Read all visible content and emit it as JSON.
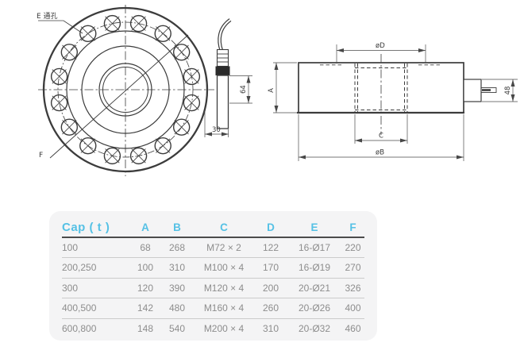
{
  "front_view": {
    "hole_label": "E 通孔",
    "bolt_circle_label": "F",
    "dim_housing_height": "64",
    "dim_housing_width": "30"
  },
  "side_view": {
    "dim_height": "A",
    "dim_top_diameter": "øD",
    "dim_hub_width": "C",
    "dim_outer_diameter": "øB",
    "dim_connector_height": "48"
  },
  "table": {
    "header_color": "#55c1e5",
    "body_text_color": "#8d8d8d",
    "background_color": "#f4f4f5",
    "headers": [
      "Cap ( t )",
      "A",
      "B",
      "C",
      "D",
      "E",
      "F"
    ],
    "rows": [
      [
        "100",
        "68",
        "268",
        "M72 × 2",
        "122",
        "16-Ø17",
        "220"
      ],
      [
        "200,250",
        "100",
        "310",
        "M100 × 4",
        "170",
        "16-Ø19",
        "270"
      ],
      [
        "300",
        "120",
        "390",
        "M120 × 4",
        "200",
        "20-Ø21",
        "326"
      ],
      [
        "400,500",
        "142",
        "480",
        "M160 × 4",
        "260",
        "20-Ø26",
        "400"
      ],
      [
        "600,800",
        "148",
        "540",
        "M200 × 4",
        "310",
        "20-Ø32",
        "460"
      ]
    ]
  }
}
